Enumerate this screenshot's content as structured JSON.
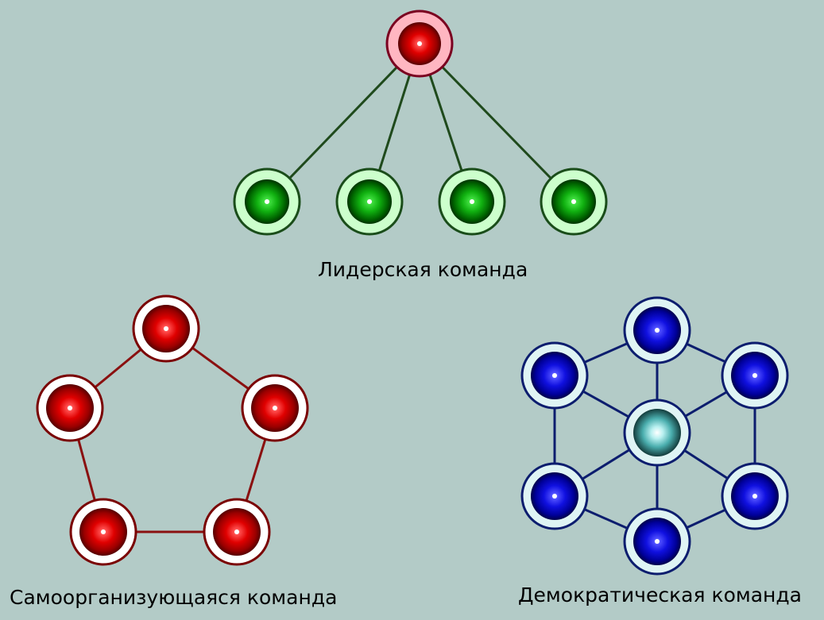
{
  "diagrams": [
    {
      "caption": "Лидерская команда",
      "color": "#008000",
      "edge_color": "#1f4a1c",
      "structure": "hierarchy",
      "nodes": 5
    },
    {
      "caption": "Самоорганизующаяся команда",
      "color": "#c80000",
      "edge_color": "#8a1010",
      "structure": "ring",
      "nodes": 5
    },
    {
      "caption": "Демократическая команда",
      "color": "#0000c8",
      "edge_color": "#0c1d6e",
      "structure": "hexagon-with-hub",
      "nodes": 7
    }
  ]
}
